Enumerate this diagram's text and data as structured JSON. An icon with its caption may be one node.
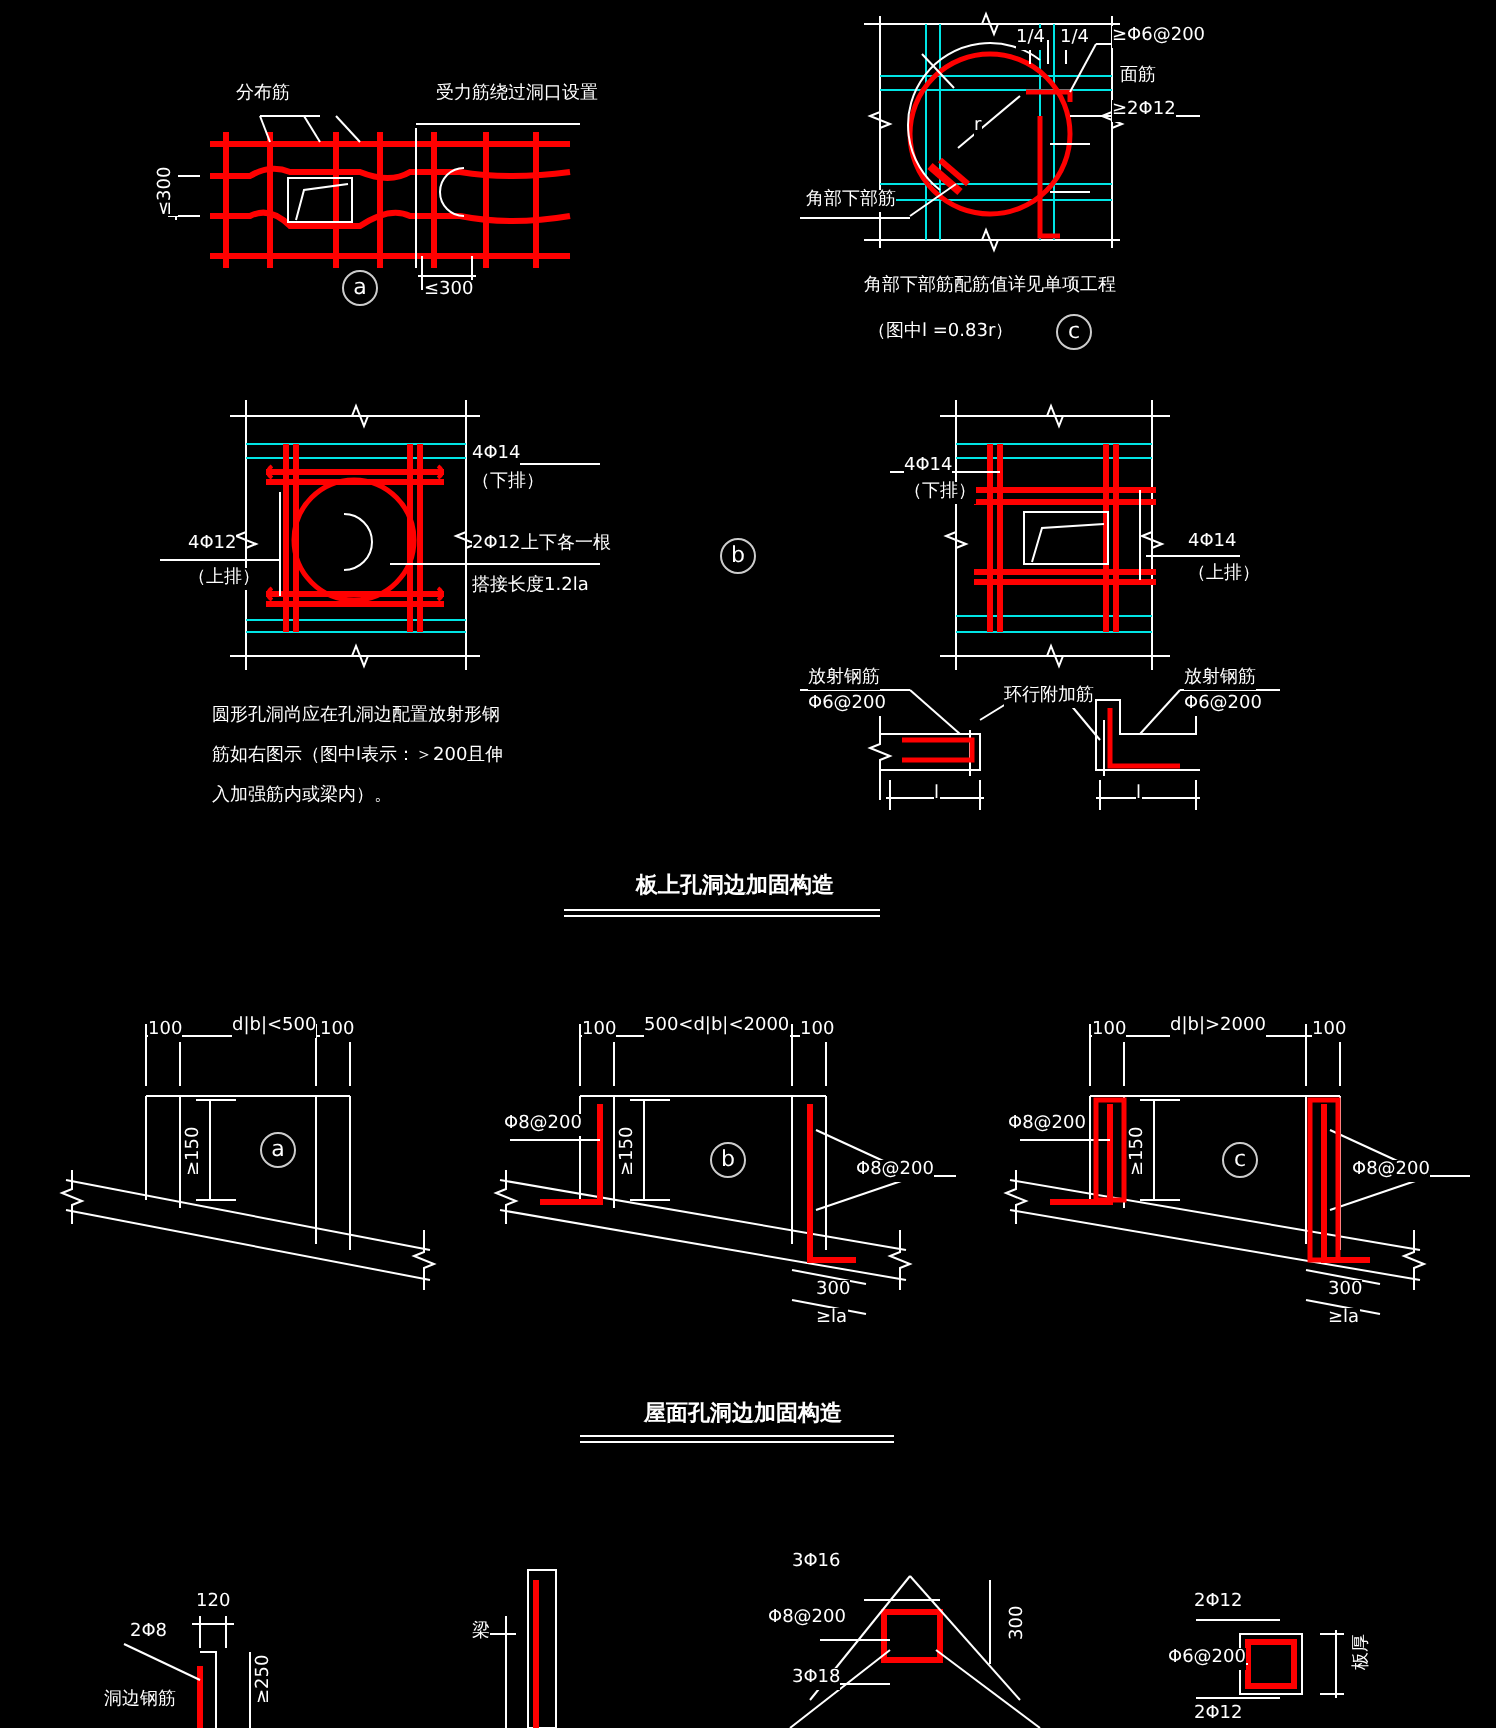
{
  "diagram": {
    "labels": [
      "分布筋",
      "受力筋绕过洞口设置",
      "≤300",
      "a",
      "≤300",
      "1/4",
      "1/4",
      "≥Φ6@200",
      "面筋",
      "≥2Φ12",
      "r",
      "角部下部筋",
      "角部下部筋配筋值详见单项工程",
      "（图中l =0.83r）",
      "c",
      "4Φ14",
      "（下排）",
      "4Φ12",
      "（上排）",
      "2Φ12上下各一根",
      "搭接长度1.2la",
      "b",
      "4Φ14",
      "（下排）",
      "4Φ14",
      "（上排）",
      "放射钢筋",
      "Φ6@200",
      "环行附加筋",
      "放射钢筋",
      "Φ6@200",
      "l",
      "l",
      "圆形孔洞尚应在孔洞边配置放射形钢筋如右图示（图中l表示：＞200且伸入加强筋内或梁内）。",
      "板上孔洞边加固构造",
      "100",
      "d|b|<500",
      "100",
      "≥150",
      "a",
      "100",
      "500<d|b|<2000",
      "100",
      "Φ8@200",
      "≥150",
      "b",
      "Φ8@200",
      "300",
      "≥la",
      "100",
      "d|b|>2000",
      "100",
      "Φ8@200",
      "≥150",
      "c",
      "Φ8@200",
      "300",
      "≥la",
      "屋面孔洞边加固构造",
      "120",
      "2Φ8",
      "洞边钢筋",
      "≥250",
      "梁",
      "3Φ16",
      "Φ8@200",
      "300",
      "3Φ18",
      "2Φ12",
      "Φ6@200",
      "板厚",
      "2Φ12"
    ]
  }
}
